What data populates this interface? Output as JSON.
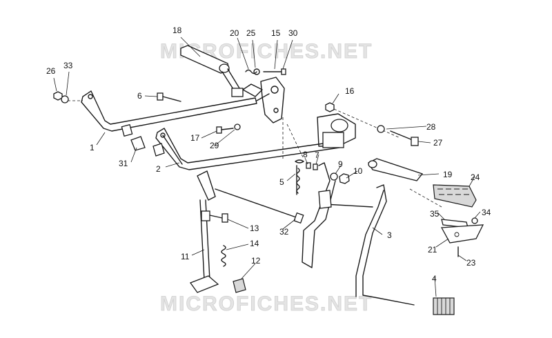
{
  "watermarks": [
    "MICROFICHES.NET",
    "MICROFICHES.NET"
  ],
  "callouts": {
    "c1": "1",
    "c2": "2",
    "c3": "3",
    "c4": "4",
    "c5": "5",
    "c6": "6",
    "c7": "7",
    "c8": "8",
    "c9": "9",
    "c10": "10",
    "c11": "11",
    "c12": "12",
    "c13": "13",
    "c14": "14",
    "c15": "15",
    "c16": "16",
    "c17": "17",
    "c18": "18",
    "c19": "19",
    "c20": "20",
    "c21": "21",
    "c23": "23",
    "c24": "24",
    "c25": "25",
    "c26": "26",
    "c27": "27",
    "c28": "28",
    "c29": "29",
    "c30": "30",
    "c31": "31",
    "c32": "32",
    "c33": "33",
    "c34": "34",
    "c35": "35"
  }
}
